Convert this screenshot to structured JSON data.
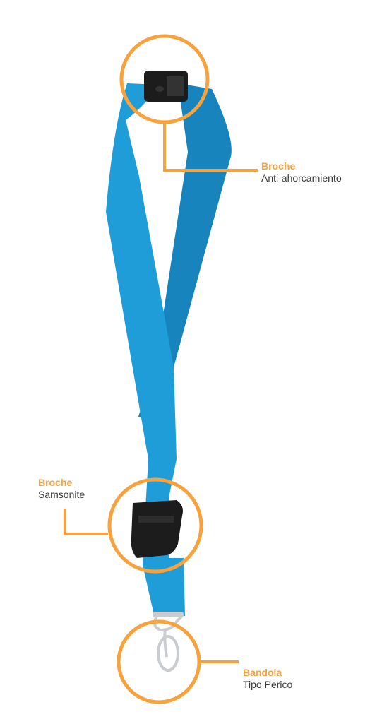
{
  "colors": {
    "accent_orange": "#f7a23c",
    "strap_blue": "#1f9dd8",
    "strap_blue_dark": "#1784bd",
    "buckle_black": "#1c1c1c",
    "metal": "#c9ccd0"
  },
  "callouts": {
    "top": {
      "title": "Broche",
      "subtitle": "Anti-ahorcamiento"
    },
    "middle": {
      "title": "Broche",
      "subtitle": "Samsonite"
    },
    "bottom": {
      "title": "Bandola",
      "subtitle": "Tipo Perico"
    }
  }
}
